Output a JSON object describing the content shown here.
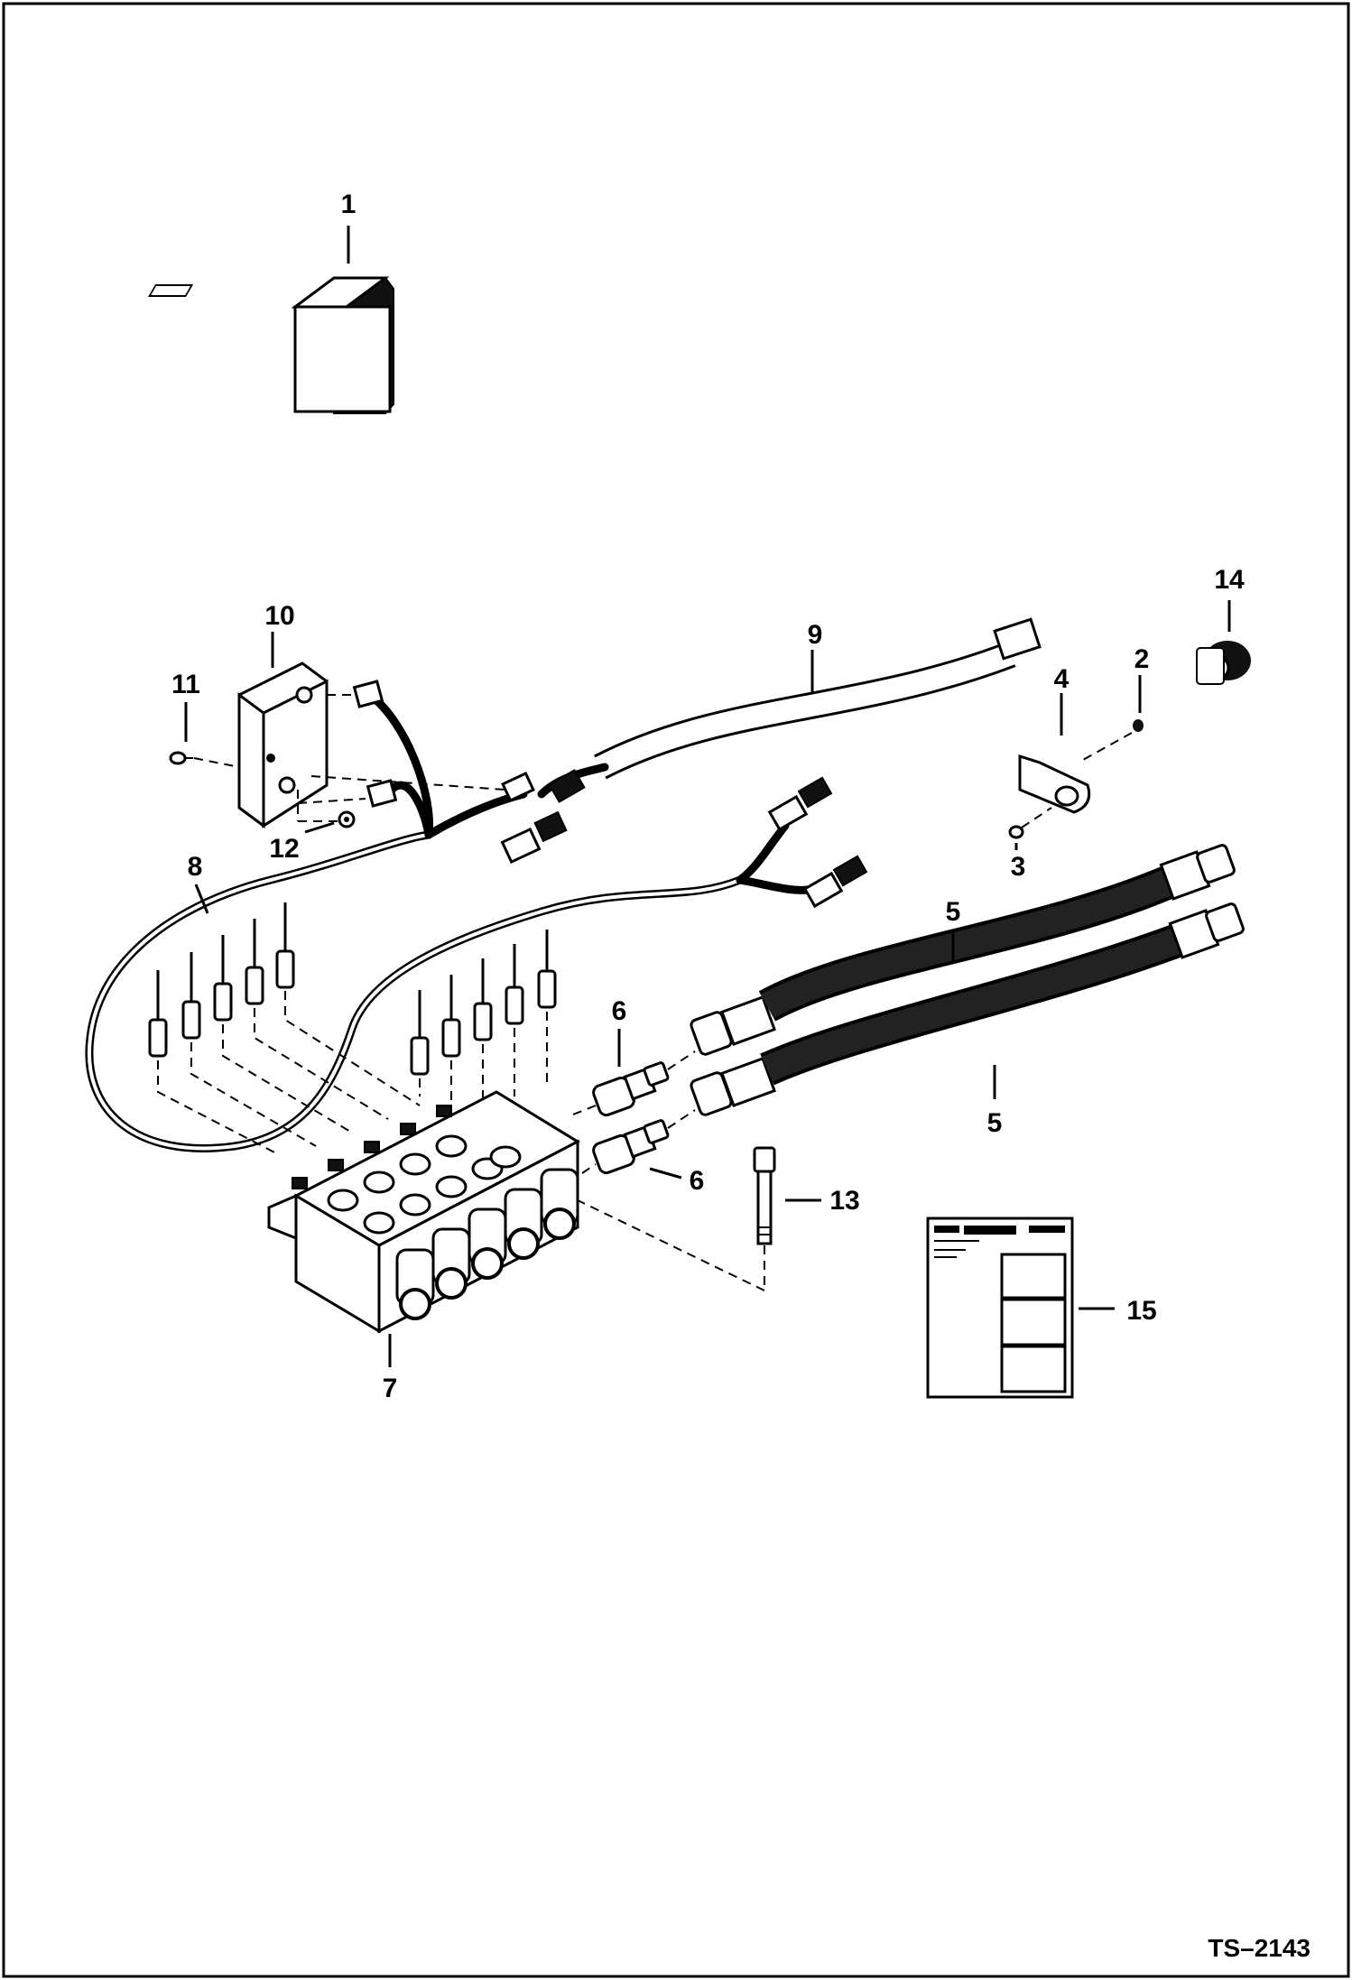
{
  "callouts": [
    {
      "id": "c1",
      "text": "1"
    },
    {
      "id": "c2",
      "text": "2"
    },
    {
      "id": "c3",
      "text": "3"
    },
    {
      "id": "c4",
      "text": "4"
    },
    {
      "id": "c5a",
      "text": "5"
    },
    {
      "id": "c5b",
      "text": "5"
    },
    {
      "id": "c6a",
      "text": "6"
    },
    {
      "id": "c6b",
      "text": "6"
    },
    {
      "id": "c7",
      "text": "7"
    },
    {
      "id": "c8",
      "text": "8"
    },
    {
      "id": "c9",
      "text": "9"
    },
    {
      "id": "c10",
      "text": "10"
    },
    {
      "id": "c11",
      "text": "11"
    },
    {
      "id": "c12",
      "text": "12"
    },
    {
      "id": "c13",
      "text": "13"
    },
    {
      "id": "c14",
      "text": "14"
    },
    {
      "id": "c15",
      "text": "15"
    }
  ],
  "figure_code": "TS–2143"
}
